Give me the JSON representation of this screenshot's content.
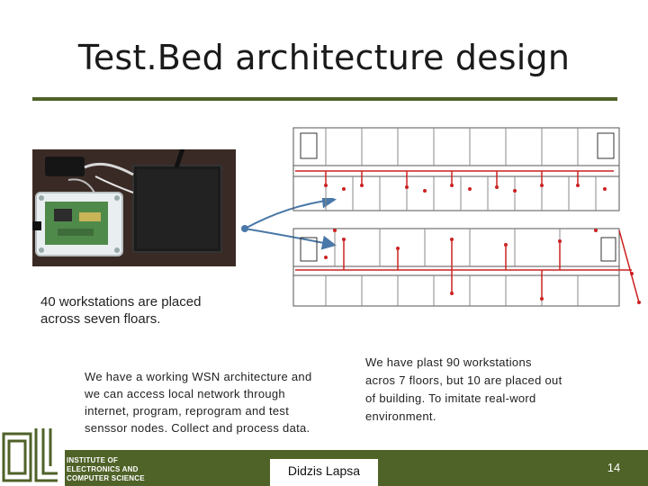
{
  "slide": {
    "title": "Test.Bed architecture design",
    "left_caption": [
      "40 workstations are placed",
      "across seven floars."
    ],
    "middle_text": [
      "We have a working WSN architecture and",
      "we can access local network through",
      "internet, program, reprogram and test",
      "senssor nodes. Collect and process data."
    ],
    "right_text": [
      "We have plast 90 workstations",
      "acros 7 floors, but 10 are placed out",
      "of building. To imitate real-word",
      "environment."
    ],
    "footer": {
      "institute": [
        "INSTITUTE OF",
        "ELECTRONICS AND",
        "COMPUTER SCIENCE"
      ],
      "author": "Didzis Lapsa",
      "page_number": "14"
    }
  },
  "colors": {
    "accent": "#4f6228",
    "node_marker": "#cc2222",
    "arrow": "#4a78a8"
  },
  "icons": [
    "hardware-photo",
    "floor-plan-diagram",
    "institute-logo"
  ]
}
